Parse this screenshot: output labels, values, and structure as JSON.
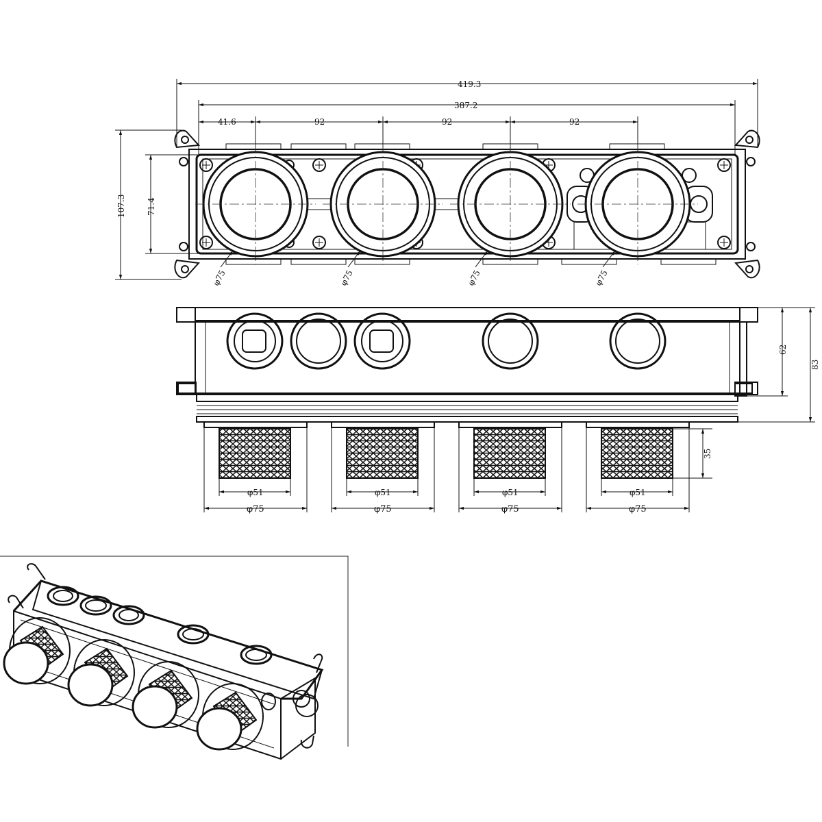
{
  "top_view": {
    "dims": {
      "overall_width": "419.3",
      "inner_width": "387.2",
      "first_offset": "41.6",
      "spacing": [
        "92",
        "92",
        "92"
      ],
      "overall_height": "107.3",
      "inner_height": "71.4",
      "knob_diameters": [
        "φ75",
        "φ75",
        "φ75",
        "φ75"
      ]
    }
  },
  "side_view": {
    "dims": {
      "body_height": "62",
      "total_height": "83",
      "knob_length": "35",
      "knob_inner_diameters": [
        "φ51",
        "φ51",
        "φ51",
        "φ51"
      ],
      "knob_outer_diameters": [
        "φ75",
        "φ75",
        "φ75",
        "φ75"
      ]
    }
  },
  "colors": {
    "line": "#111111",
    "background": "#ffffff"
  }
}
